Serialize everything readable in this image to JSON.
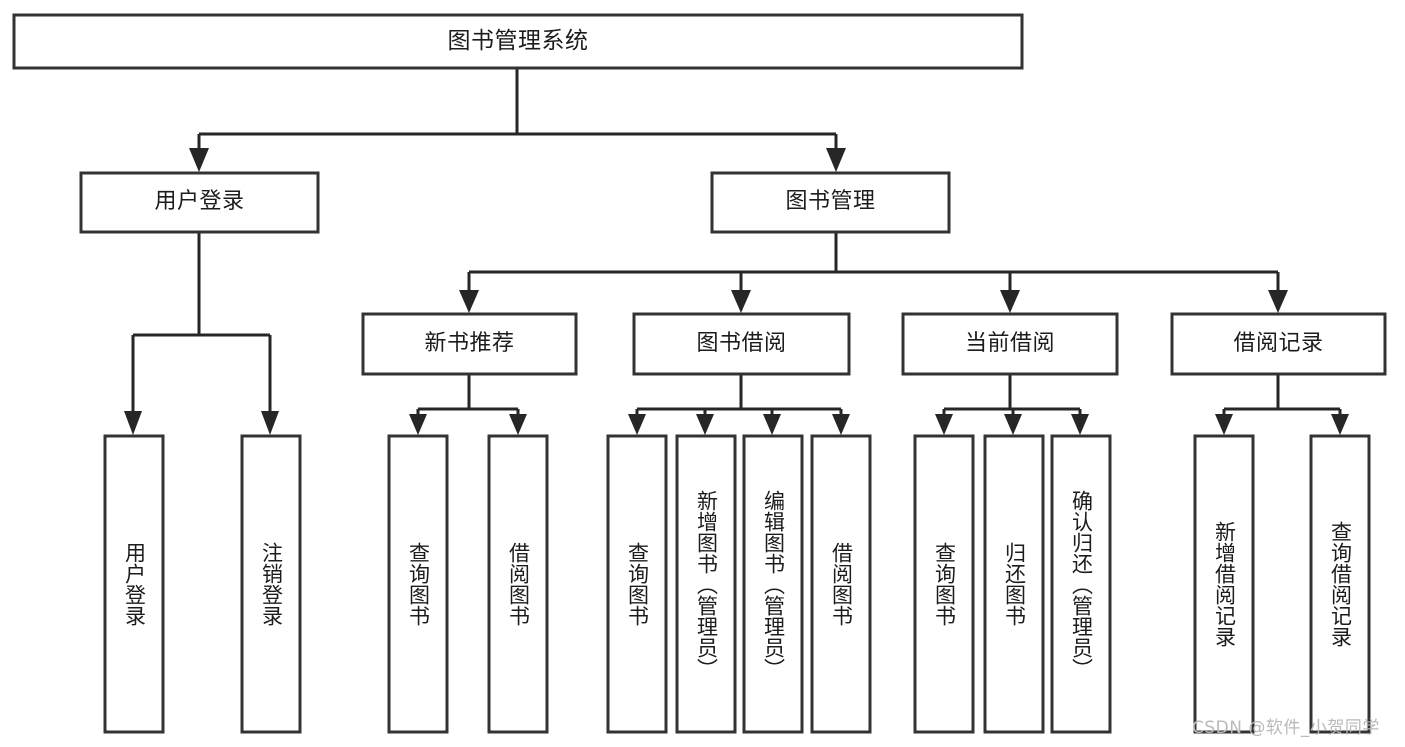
{
  "diagram": {
    "kind": "functional-structure-tree",
    "root": {
      "id": "root",
      "label": "图书管理系统"
    },
    "level1": [
      {
        "id": "user-login",
        "label": "用户登录"
      },
      {
        "id": "book-manage",
        "label": "图书管理"
      }
    ],
    "level2": [
      {
        "id": "new-book-recommend",
        "label": "新书推荐",
        "parent": "book-manage"
      },
      {
        "id": "book-borrow",
        "label": "图书借阅",
        "parent": "book-manage"
      },
      {
        "id": "current-borrow",
        "label": "当前借阅",
        "parent": "book-manage"
      },
      {
        "id": "borrow-record",
        "label": "借阅记录",
        "parent": "book-manage"
      }
    ],
    "leaves": [
      {
        "id": "leaf-user-login",
        "label": "用户登录",
        "parent": "user-login"
      },
      {
        "id": "leaf-logout-login",
        "label": "注销登录",
        "parent": "user-login"
      },
      {
        "id": "leaf-query-book-1",
        "label": "查询图书",
        "parent": "new-book-recommend"
      },
      {
        "id": "leaf-borrow-book-1",
        "label": "借阅图书",
        "parent": "new-book-recommend"
      },
      {
        "id": "leaf-query-book-2",
        "label": "查询图书",
        "parent": "book-borrow"
      },
      {
        "id": "leaf-add-book",
        "label": "新增图书（管理员）",
        "parent": "book-borrow"
      },
      {
        "id": "leaf-edit-book",
        "label": "编辑图书（管理员）",
        "parent": "book-borrow"
      },
      {
        "id": "leaf-borrow-book-2",
        "label": "借阅图书",
        "parent": "book-borrow"
      },
      {
        "id": "leaf-query-book-3",
        "label": "查询图书",
        "parent": "current-borrow"
      },
      {
        "id": "leaf-return-book",
        "label": "归还图书",
        "parent": "current-borrow"
      },
      {
        "id": "leaf-confirm-return",
        "label": "确认归还（管理员）",
        "parent": "current-borrow"
      },
      {
        "id": "leaf-add-record",
        "label": "新增借阅记录",
        "parent": "borrow-record"
      },
      {
        "id": "leaf-query-record",
        "label": "查询借阅记录",
        "parent": "borrow-record"
      }
    ]
  },
  "watermark": {
    "text": "CSDN @软件_小贺同学"
  },
  "colors": {
    "box_stroke": "#333333",
    "box_fill": "#ffffff",
    "connector": "#262626",
    "text": "#1c1c1c",
    "watermark": "#b9b9b9",
    "background": "#ffffff"
  }
}
